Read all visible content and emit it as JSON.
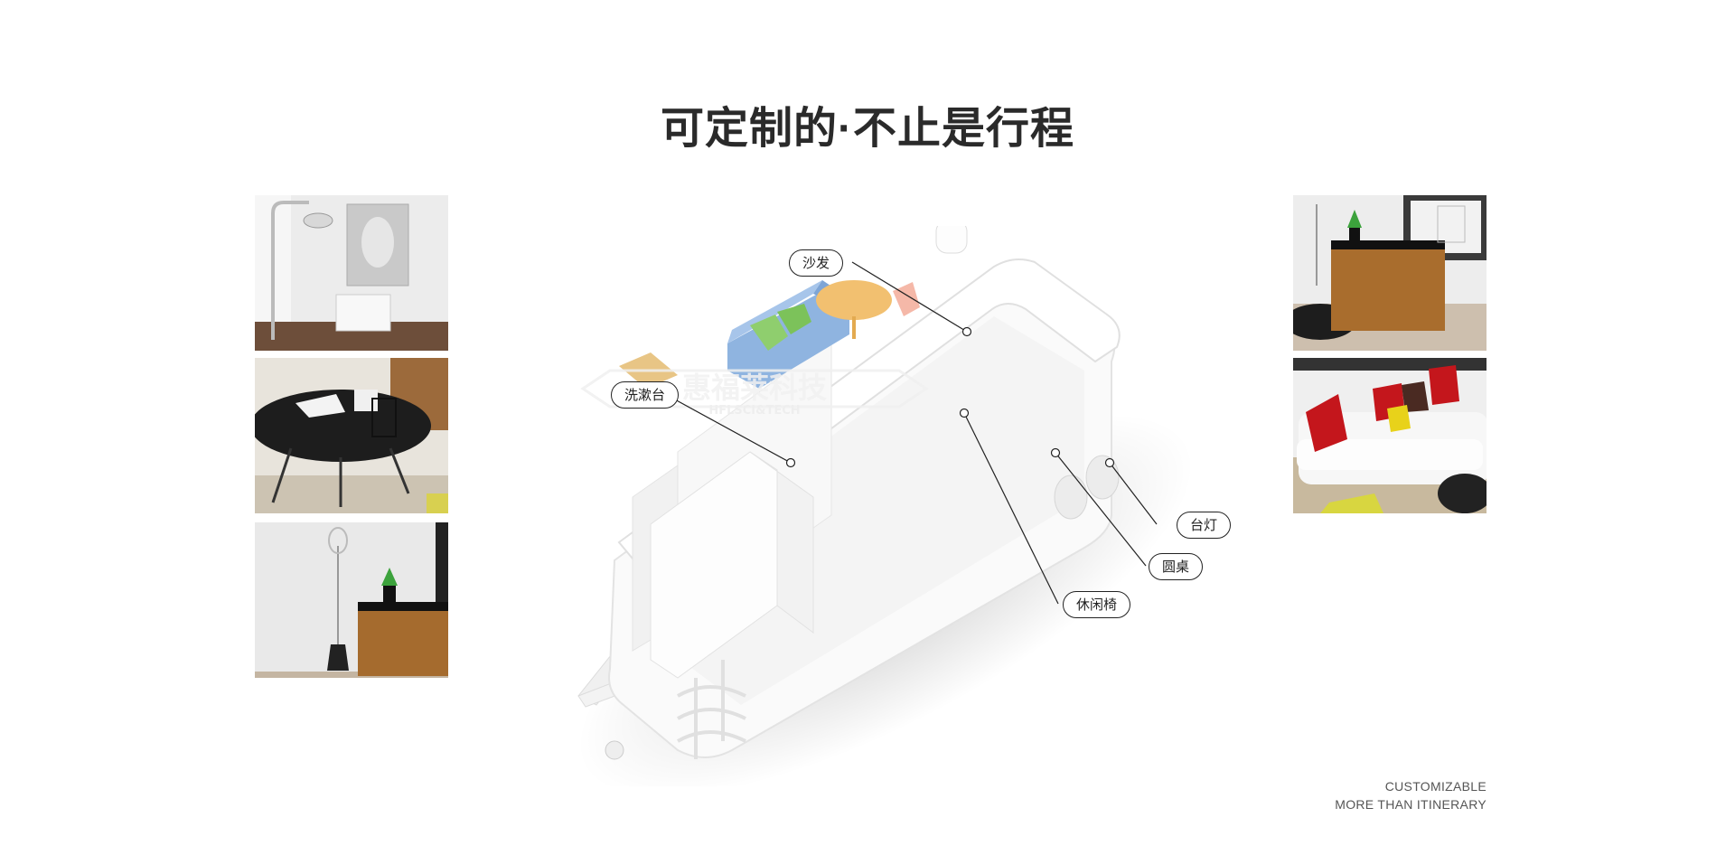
{
  "header": {
    "title": "可定制的·不止是行程"
  },
  "watermark": {
    "brand": "惠福莱科技",
    "sub": "HFLSCI&TECH"
  },
  "callouts": {
    "sofa": "沙发",
    "basin": "洗漱台",
    "lamp": "台灯",
    "table": "圆桌",
    "chair": "休闲椅"
  },
  "tagline": {
    "line1": "CUSTOMIZABLE",
    "line2": "MORE THAN ITINERARY"
  },
  "colors": {
    "title": "#2a2a2a",
    "sofa": "#8fb4e0",
    "table": "#f2c070",
    "lamp": "#f5b8a8",
    "chair": "#8fce6e",
    "basin": "#e8c585"
  },
  "thumbnails": [
    {
      "id": "bathroom-shower"
    },
    {
      "id": "round-table"
    },
    {
      "id": "floor-lamp-cabinet"
    },
    {
      "id": "tv-cabinet"
    },
    {
      "id": "sofa-cushions"
    }
  ]
}
